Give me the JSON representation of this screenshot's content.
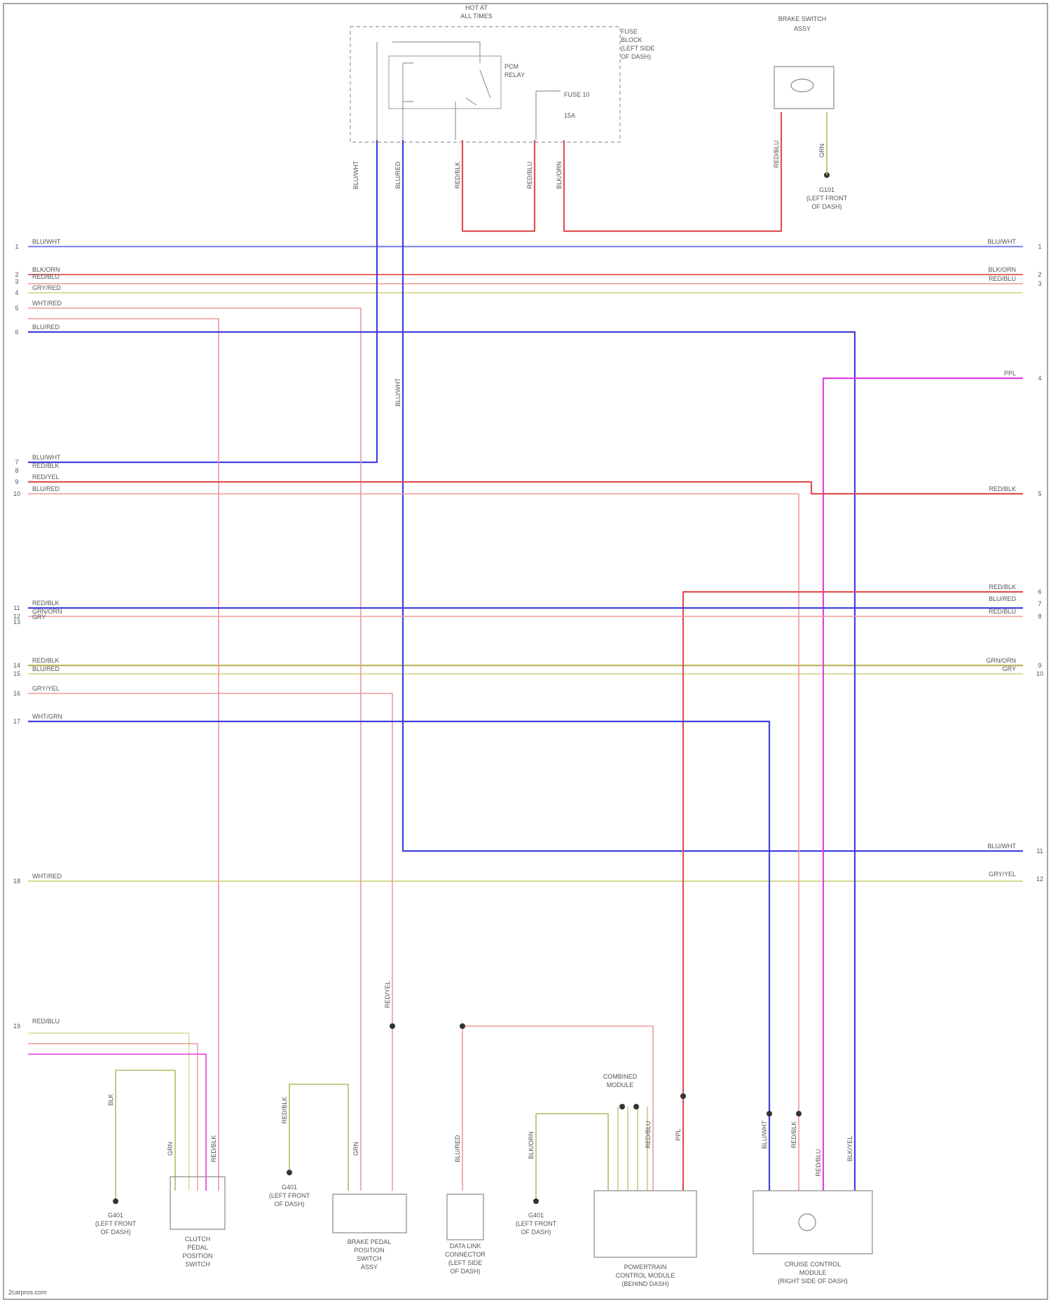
{
  "colors": {
    "blue": "#4040e0",
    "red": "#e05050",
    "pink": "#ee9999",
    "yellow": "#d8d890",
    "olive": "#b8b860",
    "magenta": "#e040e0",
    "ltblue": "#8888ee",
    "frame": "#888888",
    "dash": "#999999"
  },
  "header": {
    "relay_title": [
      "HOT AT",
      "ALL TIMES"
    ],
    "relay_box_note": [
      "FUSE",
      "BLOCK",
      "(LEFT SIDE",
      "OF DASH)"
    ],
    "relay_label": [
      "PCM",
      "RELAY"
    ],
    "fuse_label": [
      "FUSE 10",
      "15A"
    ],
    "top_right_component": [
      "BRAKE SWITCH",
      "ASSY"
    ],
    "ground_label": [
      "G101",
      "(LEFT FRONT",
      "OF DASH)"
    ]
  },
  "left_wires": [
    {
      "num": "1",
      "label": "BLU/WHT"
    },
    {
      "num": "2",
      "label": "BLK/ORN"
    },
    {
      "num": "3",
      "label": "RED/BLU"
    },
    {
      "num": "4",
      "label": "GRY/RED"
    },
    {
      "num": "5",
      "label": "WHT/RED"
    },
    {
      "num": "6",
      "label": "BLU/RED"
    },
    {
      "num": "7",
      "label": "BLU/WHT"
    },
    {
      "num": "8",
      "label": "RED/BLK"
    },
    {
      "num": "9",
      "label": "RED/YEL"
    },
    {
      "num": "10",
      "label": "BLU/RED"
    },
    {
      "num": "11",
      "label": "RED/BLK"
    },
    {
      "num": "12",
      "label": "GRN/ORN"
    },
    {
      "num": "13",
      "label": "GRY"
    },
    {
      "num": "14",
      "label": "RED/BLK"
    },
    {
      "num": "15",
      "label": "BLU/RED"
    },
    {
      "num": "16",
      "label": "GRY/YEL"
    },
    {
      "num": "17",
      "label": "WHT/GRN"
    },
    {
      "num": "18",
      "label": "WHT/RED"
    },
    {
      "num": "19",
      "label": "RED/BLU"
    }
  ],
  "right_wires": [
    {
      "num": "1",
      "label": "BLU/WHT"
    },
    {
      "num": "2",
      "label": "BLK/ORN"
    },
    {
      "num": "3",
      "label": "RED/BLU"
    },
    {
      "num": "4",
      "label": "PPL"
    },
    {
      "num": "5",
      "label": "RED/BLK"
    },
    {
      "num": "6",
      "label": "RED/BLK"
    },
    {
      "num": "7",
      "label": "BLU/RED"
    },
    {
      "num": "8",
      "label": "RED/BLU"
    },
    {
      "num": "9",
      "label": "GRN/ORN"
    },
    {
      "num": "10",
      "label": "GRY"
    },
    {
      "num": "11",
      "label": "BLU/WHT"
    },
    {
      "num": "12",
      "label": "GRY/YEL"
    }
  ],
  "components": [
    {
      "title": [
        "CLUTCH",
        "PEDAL",
        "POSITION",
        "SWITCH"
      ],
      "ground": [
        "G401",
        "(LEFT FRONT",
        "OF DASH)"
      ]
    },
    {
      "title": [
        "BRAKE PEDAL",
        "POSITION",
        "SWITCH",
        "ASSY"
      ],
      "ground": [
        "G401",
        "(LEFT FRONT",
        "OF DASH)"
      ]
    },
    {
      "title": [
        "DATA LINK",
        "CONNECTOR",
        "(LEFT SIDE",
        "OF DASH)"
      ],
      "ground": []
    },
    {
      "title": [
        "POWERTRAIN",
        "CONTROL MODULE",
        "(BEHIND DASH)"
      ],
      "ground": [
        "G401",
        "(LEFT FRONT",
        "OF DASH)"
      ],
      "note": [
        "COMBINED",
        "MODULE"
      ]
    },
    {
      "title": [
        "CRUISE CONTROL",
        "MODULE",
        "(RIGHT SIDE OF DASH)"
      ],
      "ground": []
    }
  ],
  "vertical_labels": [
    "BLU/WHT",
    "BLU/RED",
    "RED/BLK",
    "RED/BLU",
    "BLK/ORN",
    "RED/BLU",
    "GRN",
    "BLU/WHT",
    "RED/BLK",
    "BLK",
    "GRN",
    "RED/YEL",
    "BLU/RED",
    "RED/BLU",
    "PPL",
    "BLU/WHT",
    "RED/BLK",
    "RED/BLU",
    "BLK/YEL",
    "RED/BLK",
    "GRN",
    "BLK/ORN"
  ],
  "footer": "2carpros.com"
}
